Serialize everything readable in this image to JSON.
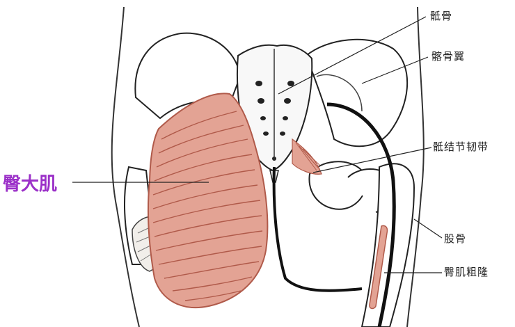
{
  "diagram": {
    "main_label": "臀大肌",
    "labels": {
      "sacrum": "骶骨",
      "iliac_wing": "髂骨翼",
      "sacrotuberous_ligament": "骶结节韧带",
      "femur": "股骨",
      "gluteal_tuberosity": "臀肌粗隆"
    },
    "colors": {
      "main_label": "#9b30c8",
      "muscle_fill": "#e3a394",
      "muscle_stroke": "#b05a4a",
      "bone_outline": "#222222",
      "nerve": "#111111"
    }
  }
}
